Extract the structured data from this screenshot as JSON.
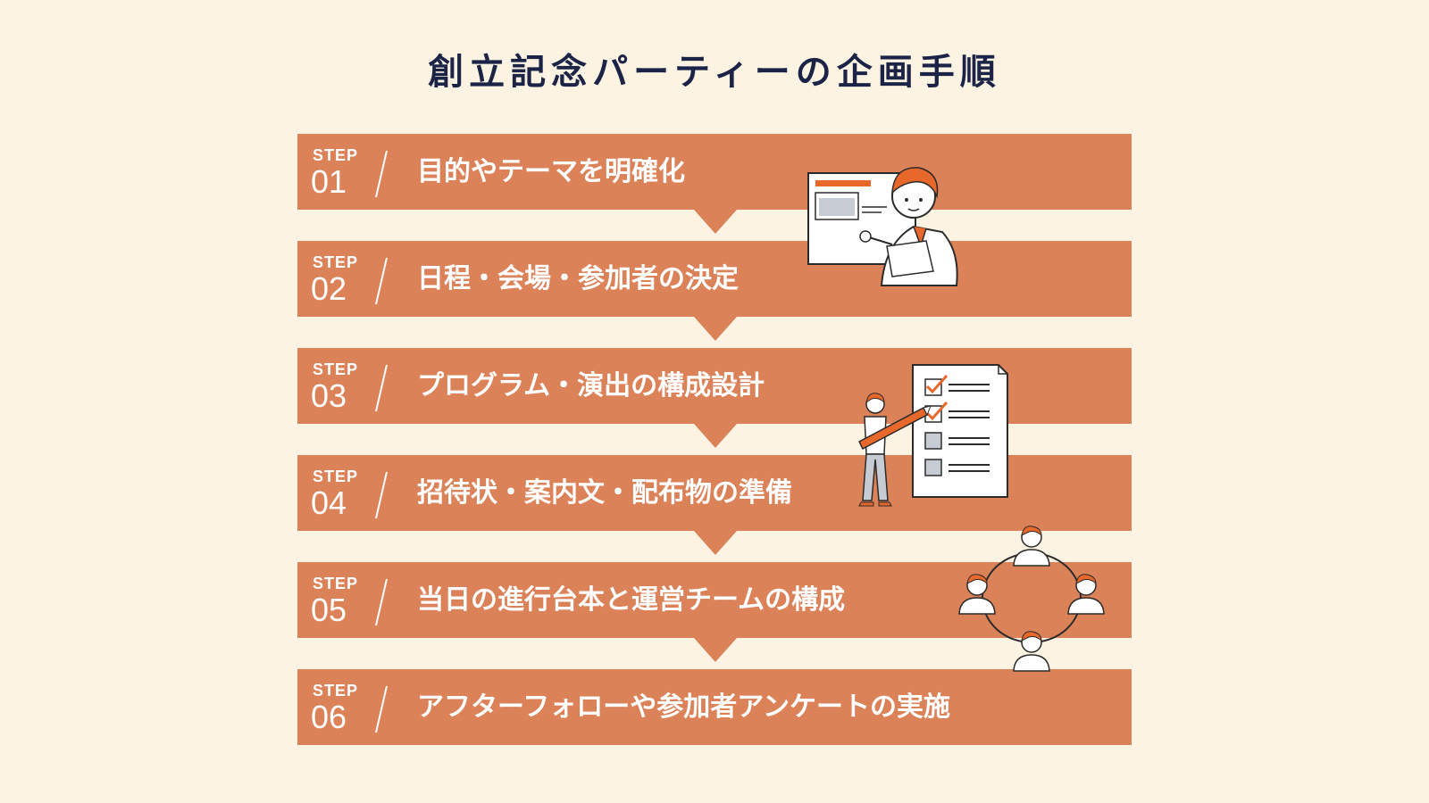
{
  "title": "創立記念パーティーの企画手順",
  "steps": [
    {
      "label": "STEP",
      "number": "01",
      "text": "目的やテーマを明確化"
    },
    {
      "label": "STEP",
      "number": "02",
      "text": "日程・会場・参加者の決定"
    },
    {
      "label": "STEP",
      "number": "03",
      "text": "プログラム・演出の構成設計"
    },
    {
      "label": "STEP",
      "number": "04",
      "text": "招待状・案内文・配布物の準備"
    },
    {
      "label": "STEP",
      "number": "05",
      "text": "当日の進行台本と運営チームの構成"
    },
    {
      "label": "STEP",
      "number": "06",
      "text": "アフターフォローや参加者アンケートの実施"
    }
  ],
  "colors": {
    "background": "#fdf3e3",
    "step_fill": "#dc8259",
    "title_text": "#1b2447",
    "accent": "#e8672a",
    "line": "#2b2b2b"
  },
  "illustrations": [
    "presenter-icon",
    "checklist-icon",
    "team-network-icon"
  ]
}
